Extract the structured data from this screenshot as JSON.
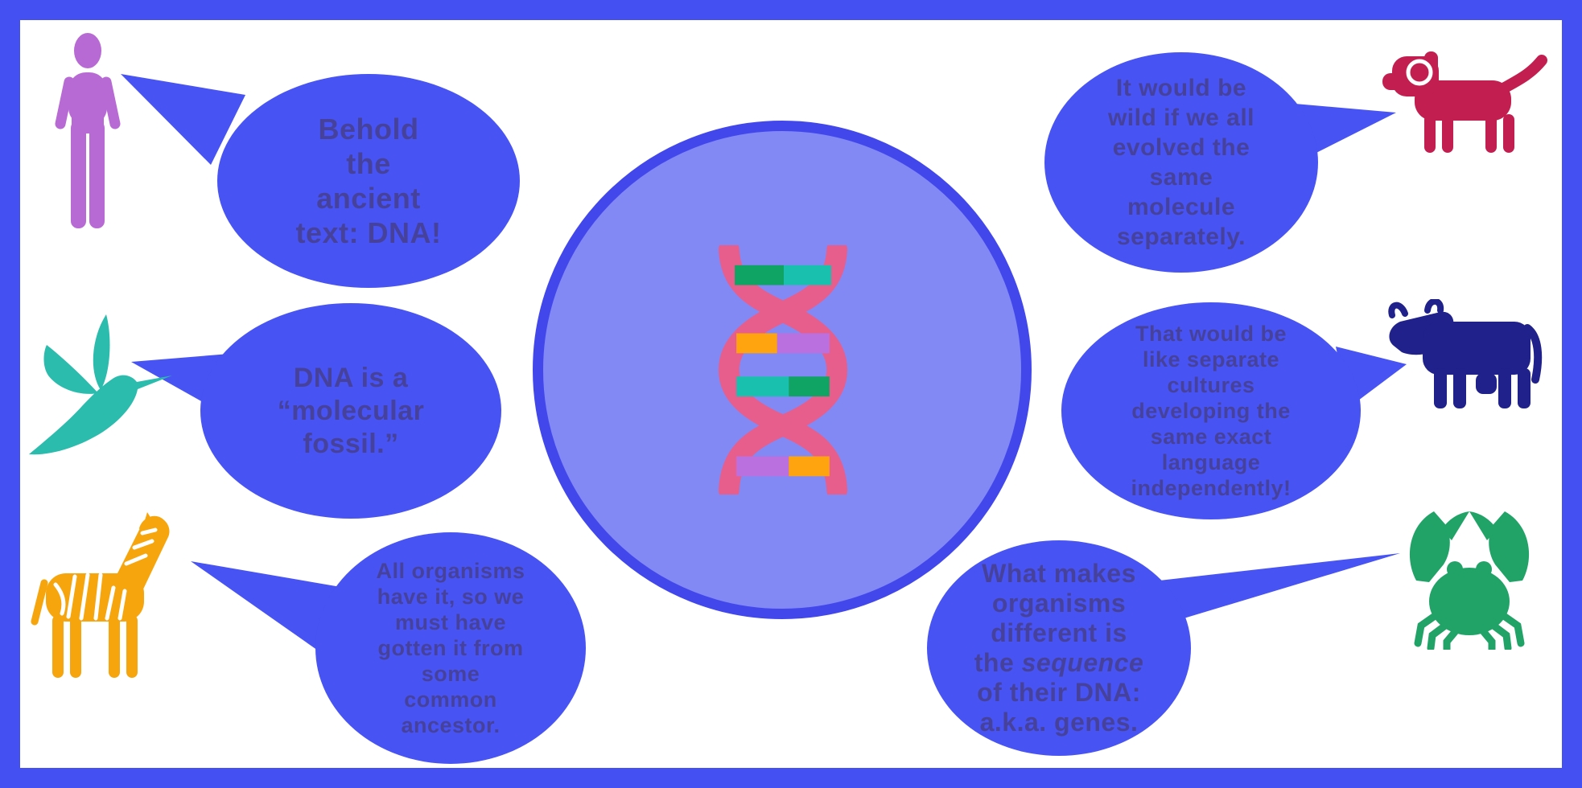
{
  "colors": {
    "frame": "#4450f2",
    "bubble": "#4753f3",
    "bubble_text": "#46429b",
    "circle_fill": "#8289f4",
    "circle_rim": "#4247ec",
    "dna_strand": "#e75e8d",
    "dna_green": "#0fa463",
    "dna_teal": "#1ac0ae",
    "dna_orange": "#ffa30f",
    "dna_purple": "#bb70df",
    "human": "#b76ad4",
    "hummingbird": "#2bbcae",
    "zebra": "#f6a50c",
    "dog": "#c21e50",
    "cow": "#20218a",
    "crab": "#21a368",
    "white": "#ffffff"
  },
  "bubbles": {
    "human": {
      "lines": [
        "Behold",
        "the",
        "ancient",
        "text: DNA!"
      ]
    },
    "hummingbird": {
      "lines": [
        "DNA is a",
        "“molecular",
        "fossil.”"
      ]
    },
    "zebra": {
      "lines": [
        "All organisms",
        "have it, so we",
        "must have",
        "gotten it from",
        "some",
        "common",
        "ancestor."
      ]
    },
    "dog": {
      "lines": [
        "It would be",
        "wild if we all",
        "evolved the",
        "same",
        "molecule",
        "separately."
      ]
    },
    "cow": {
      "lines": [
        "That would be",
        "like separate",
        "cultures",
        "developing the",
        "same exact",
        "language",
        "independently!"
      ]
    },
    "crab": {
      "lines_before": [
        "What makes",
        "organisms",
        "different is"
      ],
      "italic_prefix": "the ",
      "italic_word": "sequence",
      "lines_after": [
        "of their DNA:",
        "a.k.a. genes."
      ]
    }
  },
  "icons": {
    "human": "human-pictogram",
    "hummingbird": "hummingbird",
    "zebra": "zebra",
    "dog": "dog",
    "cow": "cow",
    "crab": "crab",
    "dna": "dna-double-helix"
  }
}
